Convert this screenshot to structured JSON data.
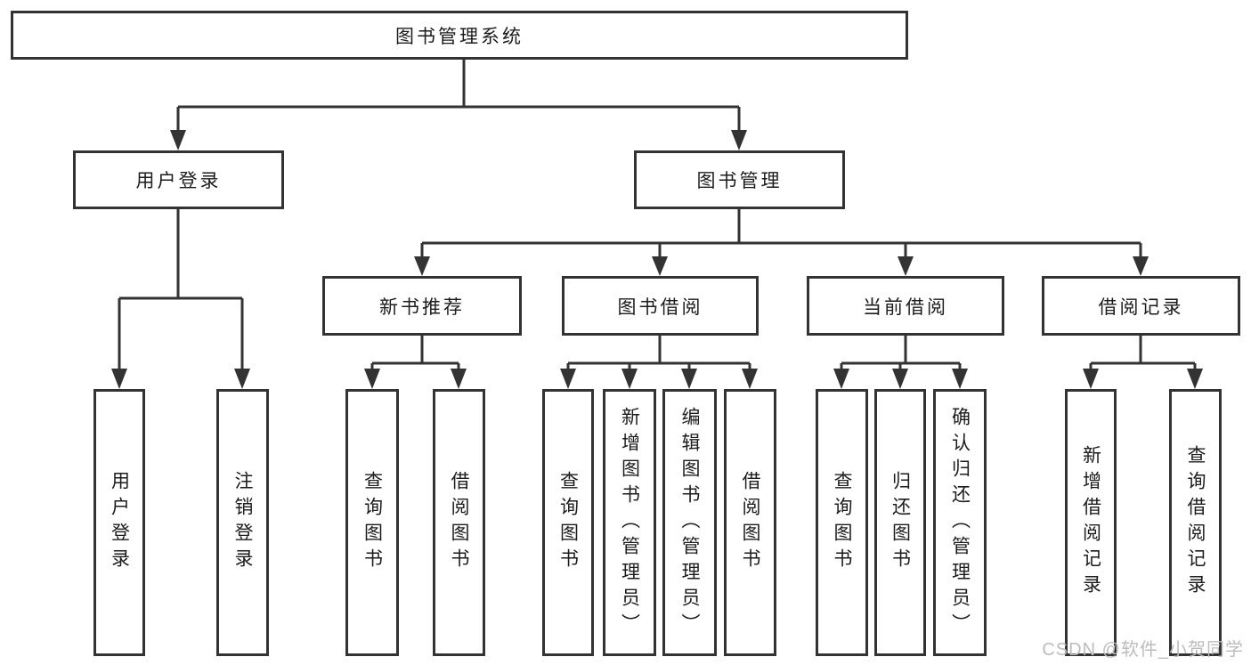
{
  "diagram_type": "hierarchy-tree",
  "colors": {
    "line": "#333333",
    "box_border": "#333333",
    "box_fill": "#ffffff",
    "text": "#1c1c1c",
    "watermark_text": "#bcbcbc"
  },
  "watermark": {
    "text": "CSDN @软件_小贺同学"
  },
  "tree": {
    "root": {
      "label": "图书管理系统"
    },
    "branches": {
      "user_login": {
        "label": "用户登录",
        "children": {
          "login": {
            "label": "用户登录"
          },
          "logout": {
            "label": "注销登录"
          }
        }
      },
      "book_mgmt": {
        "label": "图书管理",
        "children": {
          "new_book_rec": {
            "label": "新书推荐",
            "children": {
              "query_book": {
                "label": "查询图书"
              },
              "borrow_book": {
                "label": "借阅图书"
              }
            }
          },
          "book_borrow": {
            "label": "图书借阅",
            "children": {
              "query_book": {
                "label": "查询图书"
              },
              "add_book_admin": {
                "label": "新增图书（管理员）"
              },
              "edit_book_admin": {
                "label": "编辑图书（管理员）"
              },
              "borrow_book": {
                "label": "借阅图书"
              }
            }
          },
          "current_borrow": {
            "label": "当前借阅",
            "children": {
              "query_book": {
                "label": "查询图书"
              },
              "return_book": {
                "label": "归还图书"
              },
              "confirm_return_admin": {
                "label": "确认归还（管理员）"
              }
            }
          },
          "borrow_record": {
            "label": "借阅记录",
            "children": {
              "add_borrow_record": {
                "label": "新增借阅记录"
              },
              "query_borrow_record": {
                "label": "查询借阅记录"
              }
            }
          }
        }
      }
    }
  }
}
